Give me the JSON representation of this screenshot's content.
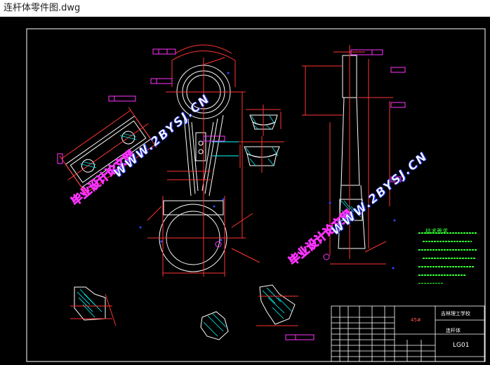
{
  "window": {
    "title": "连杆体零件图.dwg"
  },
  "watermarks": {
    "site_name": "毕业设计论文网",
    "site_url": "WWW.2BYSJ.CN"
  },
  "technical_notes": {
    "title": "技术要求"
  },
  "title_block": {
    "material": "45#",
    "school": "吉林理工学校",
    "part_name": "连杆体",
    "drawing_number": "LG01"
  },
  "colors": {
    "background": "#000000",
    "drawing_lines": "#ffffff",
    "dimensions": "#ff3333",
    "centerlines": "#ff3333",
    "hatch": "#00ffff",
    "annotations": "#ff33ff",
    "notes": "#33ff33",
    "blue_marks": "#3344ff"
  }
}
